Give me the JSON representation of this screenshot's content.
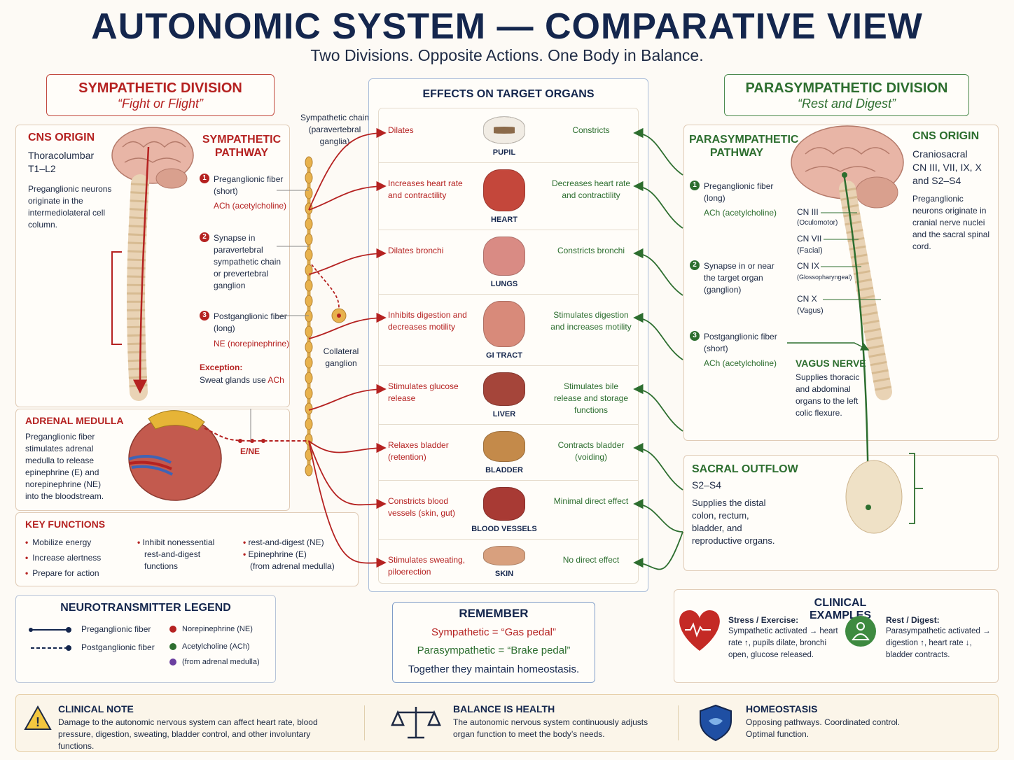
{
  "header": {
    "title": "AUTONOMIC SYSTEM — COMPARATIVE VIEW",
    "subtitle": "Two Divisions. Opposite Actions. One Body in Balance."
  },
  "sympathetic": {
    "title": "SYMPATHETIC DIVISION",
    "tagline": "“Fight or Flight”",
    "cns_origin_heading": "CNS ORIGIN",
    "cns_origin_region": "Thoracolumbar",
    "cns_origin_segments": "T1–L2",
    "cns_origin_desc": "Preganglionic neurons originate in the intermediolateral cell column.",
    "pathway_heading_1": "SYMPATHETIC",
    "pathway_heading_2": "PATHWAY",
    "step1_num": "1",
    "step1_text": "Preganglionic fiber (short)",
    "step1_nt": "ACh (acetylcholine)",
    "step2_num": "2",
    "step2_text": "Synapse in paravertebral sympathetic chain or prevertebral ganglion",
    "step3_num": "3",
    "step3_text": "Postganglionic fiber (long)",
    "step3_nt": "NE (norepinephrine)",
    "exception_label": "Exception:",
    "exception_text": "Sweat glands use",
    "exception_nt": "ACh",
    "chain_label": "Sympathetic chain (paravertebral ganglia)",
    "collateral_label": "Collateral ganglion",
    "ene_label": "E/NE"
  },
  "adrenal": {
    "heading": "ADRENAL MEDULLA",
    "text": "Preganglionic fiber stimulates adrenal medulla to release epinephrine (E) and norepinephrine (NE) into the bloodstream."
  },
  "key_functions": {
    "heading": "KEY FUNCTIONS",
    "col1": [
      "Mobilize energy",
      "Increase alertness",
      "Prepare for action"
    ],
    "col2_line1": "Inhibit nonessential",
    "col2_line2": "rest-and-digest",
    "col2_line3": "functions",
    "col3_line1": "rest-and-digest (NE)",
    "col3_line2": "Epinephrine (E)",
    "col3_line3": "(from adrenal medulla)"
  },
  "effects": {
    "heading": "EFFECTS ON TARGET ORGANS",
    "organs": [
      {
        "name": "PUPIL",
        "symp": "Dilates",
        "para": "Constricts"
      },
      {
        "name": "HEART",
        "symp": "Increases heart rate and contractility",
        "para": "Decreases heart rate and contractility"
      },
      {
        "name": "LUNGS",
        "symp": "Dilates bronchi",
        "para": "Constricts bronchi"
      },
      {
        "name": "GI TRACT",
        "symp": "Inhibits digestion and decreases motility",
        "para": "Stimulates digestion and increases motility"
      },
      {
        "name": "LIVER",
        "symp": "Stimulates glucose release",
        "para": "Stimulates bile release and storage functions"
      },
      {
        "name": "BLADDER",
        "symp": "Relaxes bladder (retention)",
        "para": "Contracts bladder (voiding)"
      },
      {
        "name": "BLOOD VESSELS",
        "symp": "Constricts blood vessels (skin, gut)",
        "para": "Minimal direct effect"
      },
      {
        "name": "SKIN",
        "symp": "Stimulates sweating, piloerection",
        "para": "No direct effect"
      }
    ]
  },
  "parasympathetic": {
    "title": "PARASYMPATHETIC DIVISION",
    "tagline": "“Rest and Digest”",
    "pathway_heading_1": "PARASYMPATHETIC",
    "pathway_heading_2": "PATHWAY",
    "step1_num": "1",
    "step1_text": "Preganglionic fiber (long)",
    "step1_nt": "ACh (acetylcholine)",
    "step2_num": "2",
    "step2_text": "Synapse in or near the target organ (ganglion)",
    "step3_num": "3",
    "step3_text": "Postganglionic fiber (short)",
    "step3_nt": "ACh (acetylcholine)",
    "cns_origin_heading": "CNS ORIGIN",
    "cns_origin_region": "Craniosacral",
    "cns_origin_nerves": "CN III, VII, IX, X",
    "cns_origin_sacral": "and S2–S4",
    "cns_origin_desc": "Preganglionic neurons originate in cranial nerve nuclei and the sacral spinal cord.",
    "cn3": "CN III",
    "cn3_name": "(Oculomotor)",
    "cn7": "CN VII",
    "cn7_name": "(Facial)",
    "cn9": "CN IX",
    "cn9_name": "(Glossopharyngeal)",
    "cn10": "CN X",
    "cn10_name": "(Vagus)",
    "vagus_heading": "VAGUS NERVE",
    "vagus_text": "Supplies thoracic and abdominal organs to the left colic flexure."
  },
  "sacral": {
    "heading": "SACRAL OUTFLOW",
    "segments": "S2–S4",
    "text": "Supplies the distal colon, rectum, bladder, and reproductive organs."
  },
  "legend": {
    "heading": "NEUROTRANSMITTER LEGEND",
    "pre": "Preganglionic fiber",
    "post": "Postganglionic fiber",
    "ne": "Norepinephrine (NE)",
    "ach": "Acetylcholine (ACh)",
    "adrenal": "(from adrenal medulla)",
    "colors": {
      "ne": "#b52221",
      "ach": "#2d6e2f",
      "adrenal": "#6b3fa0"
    }
  },
  "remember": {
    "heading": "REMEMBER",
    "line1": "Sympathetic = “Gas pedal”",
    "line2": "Parasympathetic = “Brake pedal”",
    "line3": "Together they maintain homeostasis."
  },
  "clinical": {
    "heading": "CLINICAL EXAMPLES",
    "ex1_title": "Stress / Exercise:",
    "ex1_text": "Sympathetic activated → heart rate ↑, pupils dilate, bronchi open, glucose released.",
    "ex2_title": "Rest / Digest:",
    "ex2_text": "Parasympathetic activated → digestion ↑, heart rate ↓, bladder contracts."
  },
  "footer": {
    "note_heading": "CLINICAL NOTE",
    "note_text": "Damage to the autonomic nervous system can affect heart rate, blood pressure, digestion, sweating, bladder control, and other involuntary functions.",
    "balance_heading": "BALANCE IS HEALTH",
    "balance_text": "The autonomic nervous system continuously adjusts organ function to meet the body’s needs.",
    "homeo_heading": "HOMEOSTASIS",
    "homeo_text": "Opposing pathways. Coordinated control. Optimal function."
  },
  "colors": {
    "sympathetic": "#b52221",
    "parasympathetic": "#2d6e2f",
    "navy": "#14264d"
  },
  "icons": [
    "brain-icon",
    "spinal-cord-icon",
    "eye-icon",
    "heart-icon",
    "lungs-icon",
    "stomach-icon",
    "liver-icon",
    "bladder-icon",
    "blood-vessel-icon",
    "skin-icon",
    "kidney-icon",
    "warning-icon",
    "scales-icon",
    "shield-icon",
    "heartbeat-icon",
    "relax-icon"
  ]
}
